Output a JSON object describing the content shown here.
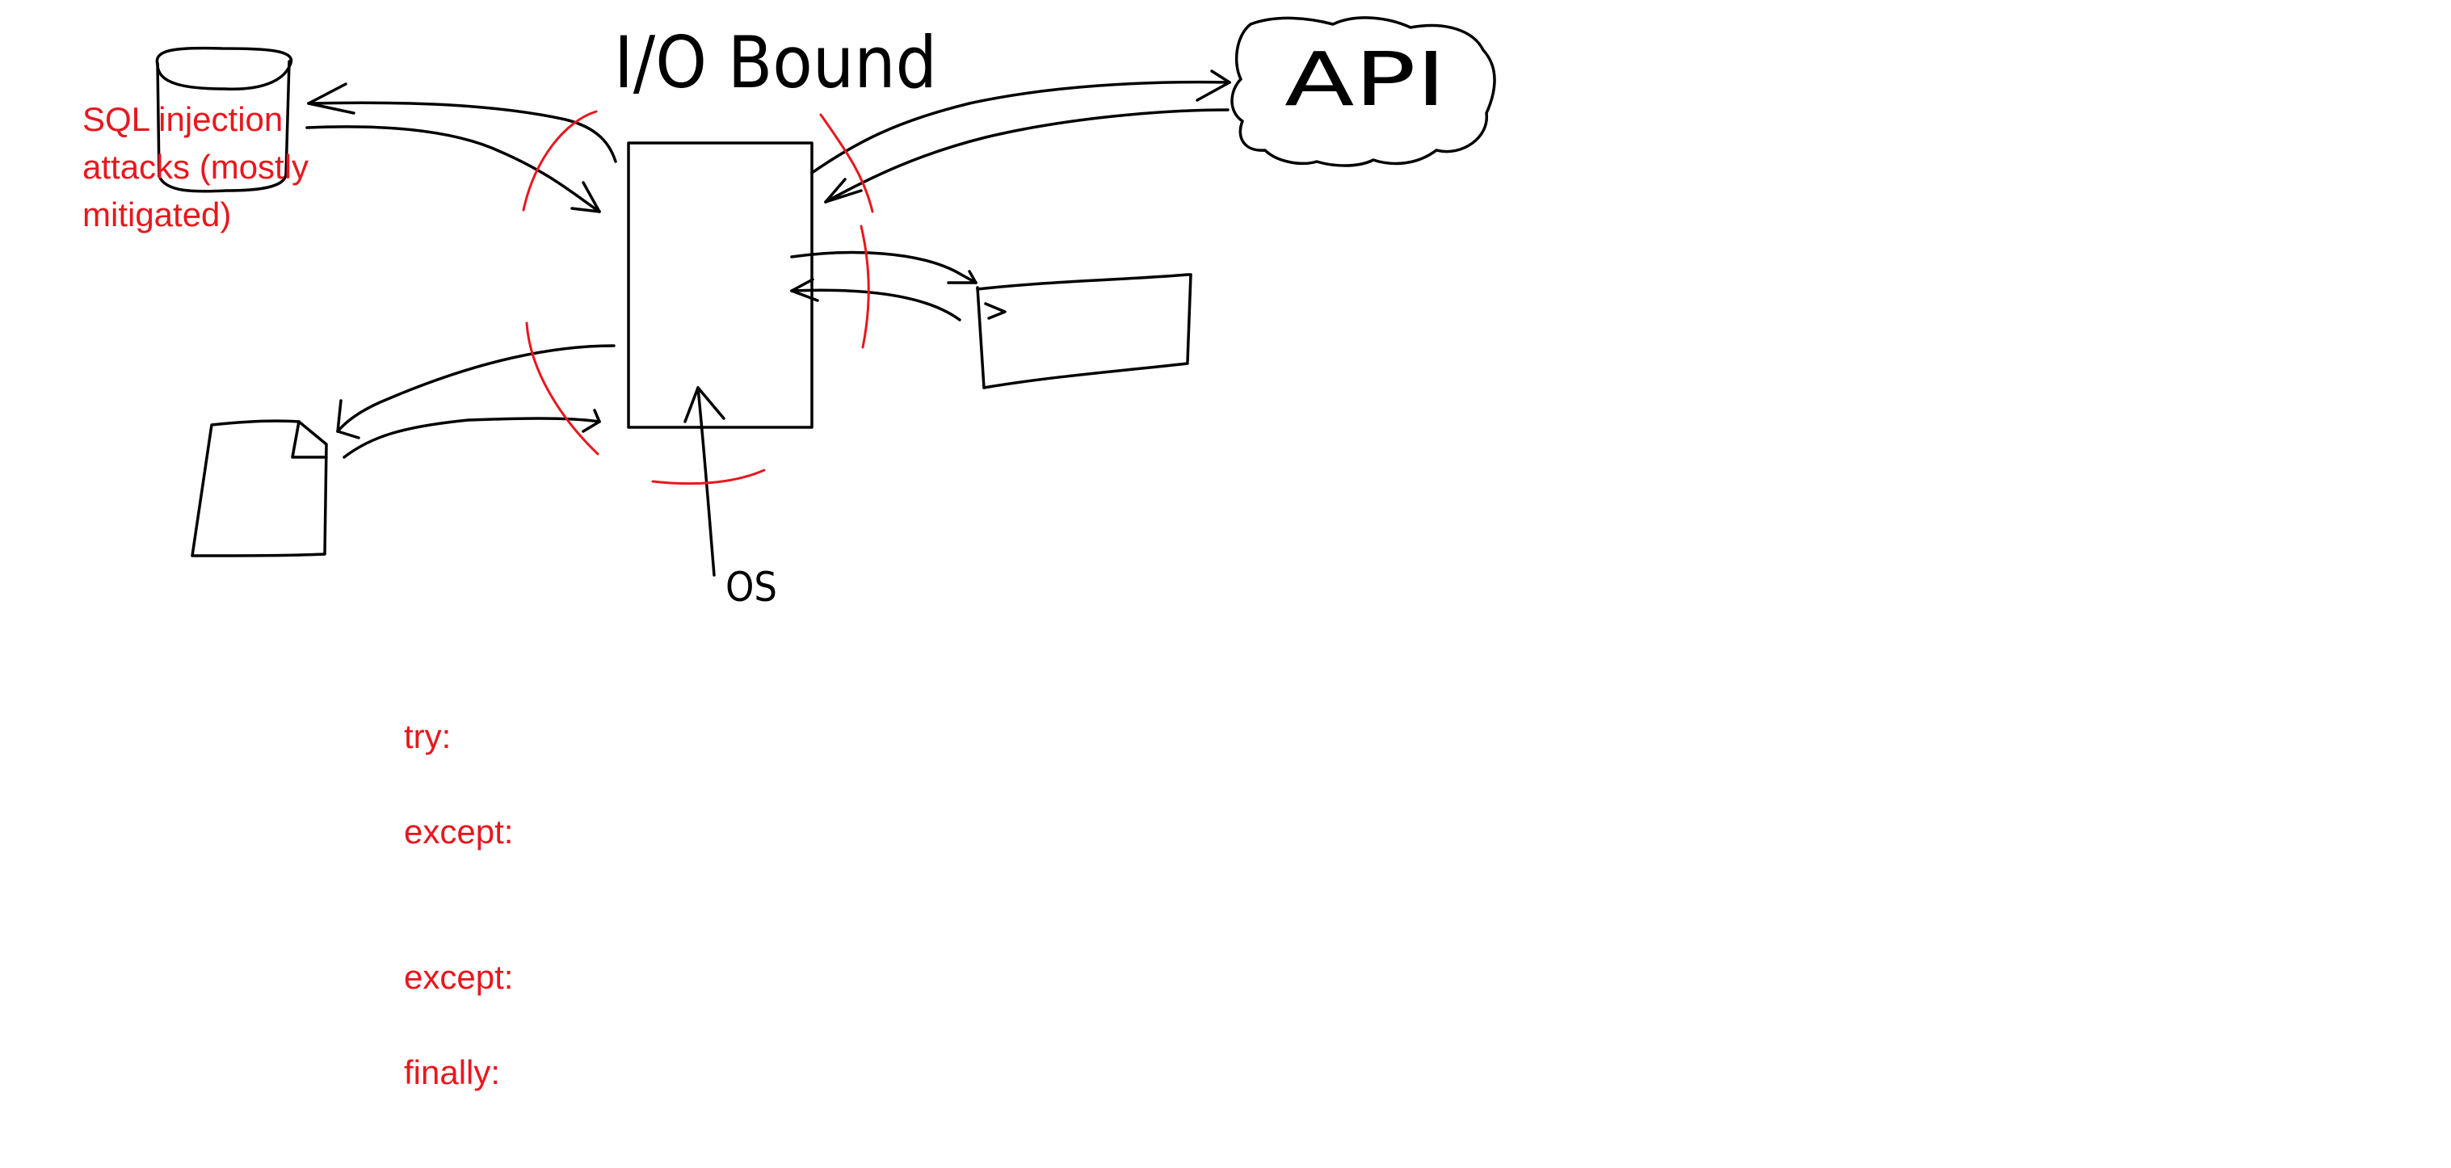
{
  "diagram": {
    "title": "I/O Bound",
    "api_label": "API",
    "os_label": "OS",
    "sql_note_lines": [
      "SQL injection",
      "attacks (mostly",
      "mitigated)"
    ]
  },
  "keywords": {
    "try": "try:",
    "except_1": "except:",
    "except_2": "except:",
    "finally": "finally:"
  },
  "colors": {
    "ink": "#000000",
    "annotation": "#e8171e",
    "background": "#ffffff"
  }
}
